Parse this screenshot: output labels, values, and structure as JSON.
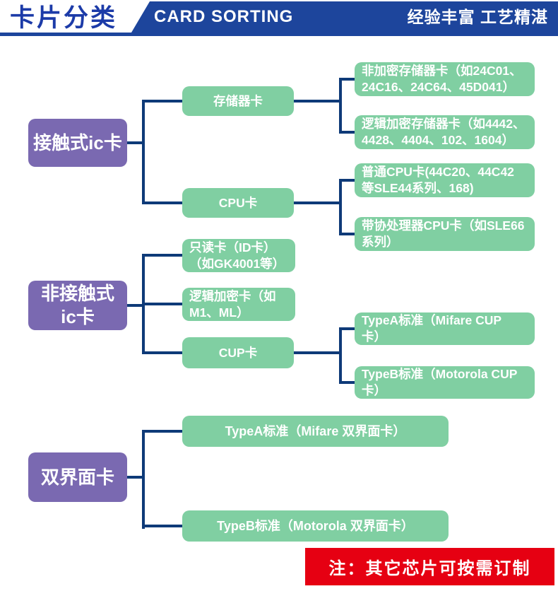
{
  "header": {
    "title": "卡片分类",
    "banner": "CARD SORTING",
    "slogan": "经验丰富 工艺精湛"
  },
  "colors": {
    "title_blue": "#1c3ba8",
    "bar_blue": "#1d459c",
    "connector_navy": "#0e3a78",
    "node_green": "#80cfa2",
    "node_purple": "#7a69b1",
    "note_red": "#e60012",
    "node_text": "#ffffff"
  },
  "nodes": {
    "p1": "接触式ic卡",
    "p2": "非接触式\nic卡",
    "p3": "双界面卡",
    "g1": "存储器卡",
    "g2": "CPU卡",
    "g3": "只读卡（ID卡）\n（如GK4001等）",
    "g4": "逻辑加密卡（如\nM1、ML）",
    "g5": "CUP卡",
    "l1": "非加密存储器卡（如24C01、\n24C16、24C64、45D041）",
    "l2": "逻辑加密存储器卡（如4442、\n4428、4404、102、1604）",
    "l3": "普通CPU卡(44C20、44C42\n等SLE44系列、168)",
    "l4": "带协处理器CPU卡（如SLE66\n系列）",
    "l5": "TypeA标准（Mifare CUP\n卡）",
    "l6": "TypeB标准（Motorola CUP\n卡）",
    "w1": "TypeA标准（Mifare 双界面卡）",
    "w2": "TypeB标准（Motorola 双界面卡）"
  },
  "note": "注：其它芯片可按需订制",
  "diagram_structure": [
    {
      "root": "接触式ic卡",
      "children": [
        {
          "label": "存储器卡",
          "children": [
            "非加密存储器卡（如24C01、24C16、24C64、45D041）",
            "逻辑加密存储器卡（如4442、4428、4404、102、1604）"
          ]
        },
        {
          "label": "CPU卡",
          "children": [
            "普通CPU卡(44C20、44C42等SLE44系列、168)",
            "带协处理器CPU卡（如SLE66系列）"
          ]
        }
      ]
    },
    {
      "root": "非接触式ic卡",
      "children": [
        {
          "label": "只读卡（ID卡）（如GK4001等）",
          "children": []
        },
        {
          "label": "逻辑加密卡（如M1、ML）",
          "children": []
        },
        {
          "label": "CUP卡",
          "children": [
            "TypeA标准（Mifare CUP卡）",
            "TypeB标准（Motorola CUP卡）"
          ]
        }
      ]
    },
    {
      "root": "双界面卡",
      "children": [
        {
          "label": "TypeA标准（Mifare 双界面卡）",
          "children": []
        },
        {
          "label": "TypeB标准（Motorola 双界面卡）",
          "children": []
        }
      ]
    }
  ]
}
